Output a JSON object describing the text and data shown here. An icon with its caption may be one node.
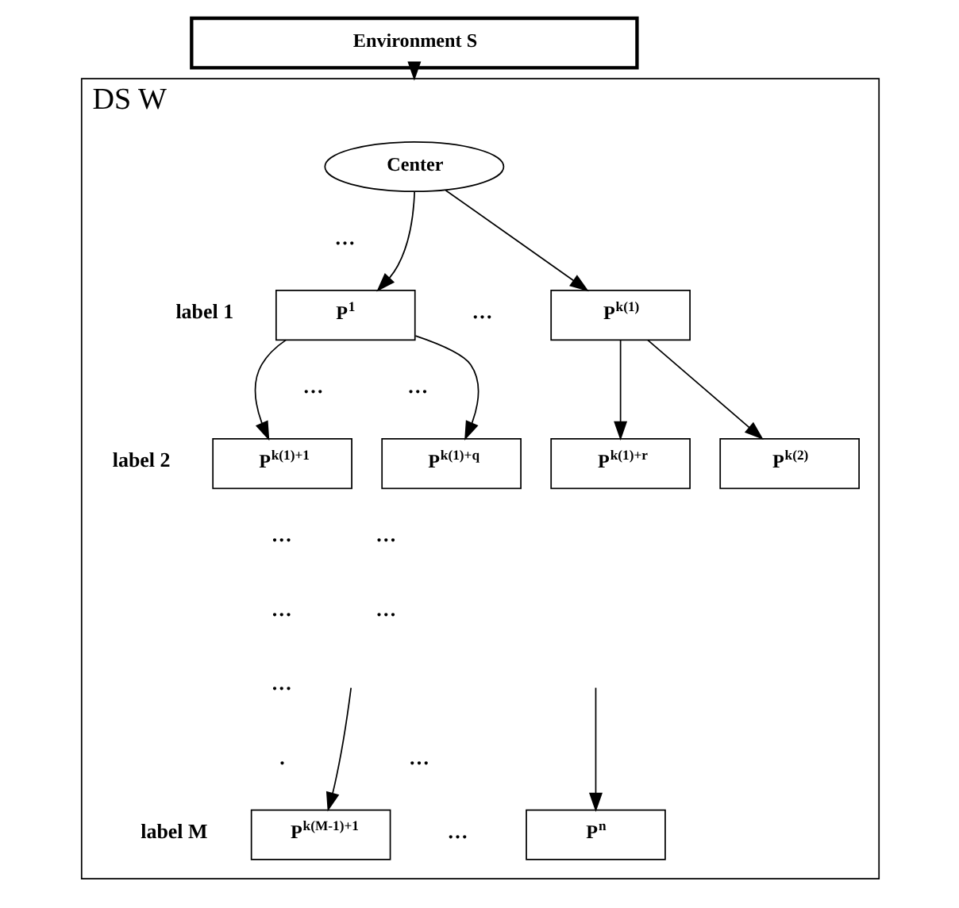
{
  "diagram": {
    "nodes": [
      {
        "text": [
          "**Environment S**"
        ]
      },
      {
        "text": [
          "DS W"
        ]
      },
      {
        "text": [
          "**Center**"
        ],
        "in": 1
      },
      {
        "text": [
          "**P$^{1}$**"
        ],
        "in": 1
      },
      {
        "text": [
          "**P$^{k(1)}$**"
        ],
        "in": 1
      },
      {
        "text": [
          "**P$^{k(1)+1}$**"
        ],
        "in": 1
      },
      {
        "text": [
          "**P$^{k(1)+q}$**"
        ],
        "in": 1
      },
      {
        "text": [
          "**P$^{k(1)+r}$**"
        ],
        "in": 1
      },
      {
        "text": [
          "**P$^{k(2)}$**"
        ],
        "in": 1
      },
      {
        "text": [
          "**P$^{k(M-1)+1}$**"
        ],
        "in": 1
      },
      {
        "text": [
          "**P$^{n}$**"
        ],
        "in": 1
      }
    ],
    "edges": [
      {
        "from": 0,
        "to": 1,
        "arrow": "to"
      },
      {
        "from": 2,
        "to": 3,
        "arrow": "to"
      },
      {
        "from": 2,
        "to": 4,
        "arrow": "to"
      },
      {
        "from": 3,
        "to": 5,
        "arrow": "to"
      },
      {
        "from": 3,
        "to": 6,
        "arrow": "to"
      },
      {
        "from": 4,
        "to": 7,
        "arrow": "to"
      },
      {
        "from": 4,
        "to": 8,
        "arrow": "to"
      },
      {
        "from": null,
        "to": 9,
        "arrow": "to"
      },
      {
        "from": null,
        "to": 10,
        "arrow": "to"
      }
    ],
    "labels": [
      "**…**",
      "**label 1**",
      "**…**",
      "**label 2**",
      "**…**",
      "**…**",
      "**…**",
      "**…**",
      "**…**",
      "**…**",
      "**…**",
      "**label M**",
      "**.**",
      "**…**",
      "**…**"
    ]
  }
}
